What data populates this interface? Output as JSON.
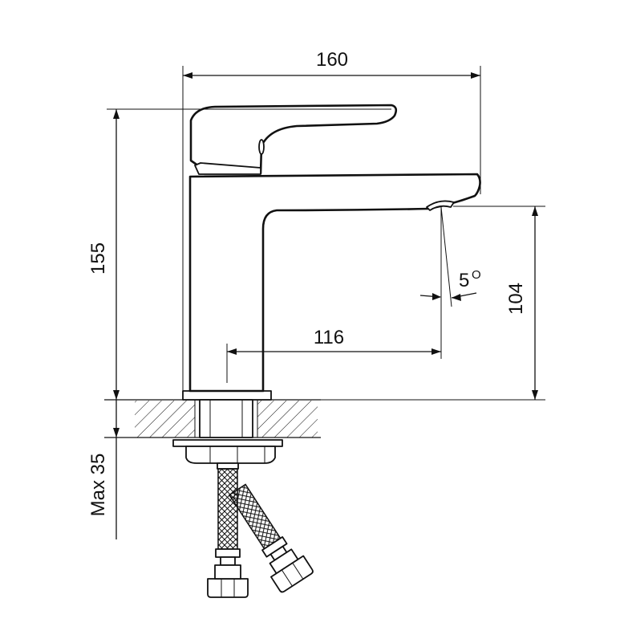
{
  "dimensions": {
    "width_total": "160",
    "height_total": "155",
    "spout_reach": "116",
    "spout_height": "104",
    "angle_value": "5",
    "angle_unit": "O",
    "mount_depth": "Max 35"
  },
  "colors": {
    "line": "#111111",
    "background": "#ffffff"
  }
}
